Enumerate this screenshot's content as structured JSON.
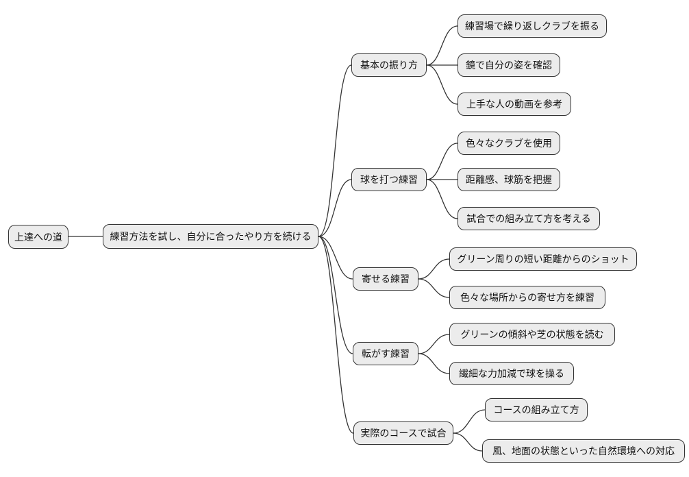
{
  "diagram_type": "mindmap",
  "style": {
    "background": "#ffffff",
    "node_fill": "#ececec",
    "node_border": "#333333",
    "line_color": "#333333",
    "text_color": "#111111"
  },
  "root": {
    "label": "上達への道"
  },
  "main": {
    "label": "練習方法を試し、自分に合ったやり方を続ける"
  },
  "branches": [
    {
      "label": "基本の振り方",
      "children": [
        {
          "label": "練習場で繰り返しクラブを振る"
        },
        {
          "label": "鏡で自分の姿を確認"
        },
        {
          "label": "上手な人の動画を参考"
        }
      ]
    },
    {
      "label": "球を打つ練習",
      "children": [
        {
          "label": "色々なクラブを使用"
        },
        {
          "label": "距離感、球筋を把握"
        },
        {
          "label": "試合での組み立て方を考える"
        }
      ]
    },
    {
      "label": "寄せる練習",
      "children": [
        {
          "label": "グリーン周りの短い距離からのショット"
        },
        {
          "label": "色々な場所からの寄せ方を練習"
        }
      ]
    },
    {
      "label": "転がす練習",
      "children": [
        {
          "label": "グリーンの傾斜や芝の状態を読む"
        },
        {
          "label": "繊細な力加減で球を操る"
        }
      ]
    },
    {
      "label": "実際のコースで試合",
      "children": [
        {
          "label": "コースの組み立て方"
        },
        {
          "label": "風、地面の状態といった自然環境への対応"
        }
      ]
    }
  ]
}
